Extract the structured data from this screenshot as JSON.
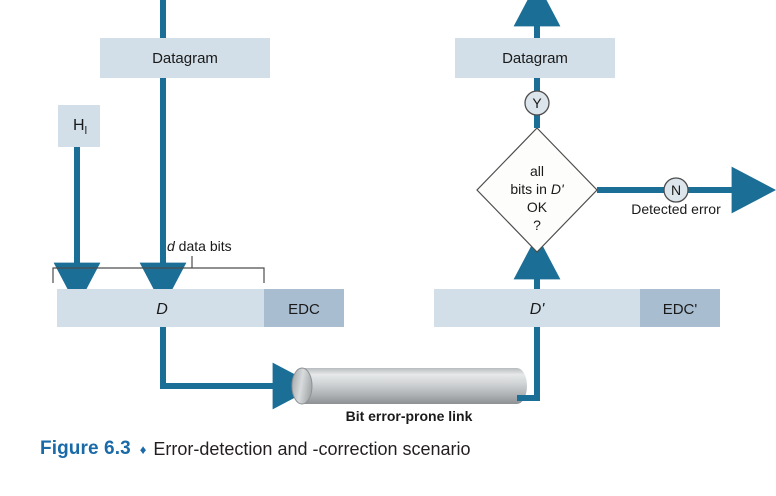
{
  "figure": {
    "number_label": "Figure 6.3",
    "separator_glyph": "♦",
    "caption": "Error-detection and -correction scenario"
  },
  "colors": {
    "arrow_blue": "#1b6e96",
    "box_light": "#d2dfe8",
    "box_dark": "#a8bdd0",
    "caption_blue": "#1a6aa8",
    "outline_gray": "#4d4d4d",
    "text_dark": "#1a1a1a",
    "cylinder_light": "#e9ebec",
    "cylinder_mid": "#c3c6c8",
    "cylinder_dark": "#8e9294"
  },
  "sender": {
    "datagram_label": "Datagram",
    "header_label": "H",
    "header_subscript": "l",
    "data_bits_annotation_italic": "d",
    "data_bits_annotation_rest": " data bits",
    "data_field_label": "D",
    "edc_field_label": "EDC"
  },
  "link": {
    "label": "Bit error-prone link"
  },
  "receiver": {
    "datagram_label": "Datagram",
    "data_field_label": "D'",
    "edc_field_label": "EDC'",
    "decision": {
      "line1": "all",
      "line2_prefix": "bits in ",
      "line2_italic": "D'",
      "line3": "OK",
      "line4": "?"
    },
    "yes_label": "Y",
    "no_label": "N",
    "error_label": "Detected error"
  }
}
